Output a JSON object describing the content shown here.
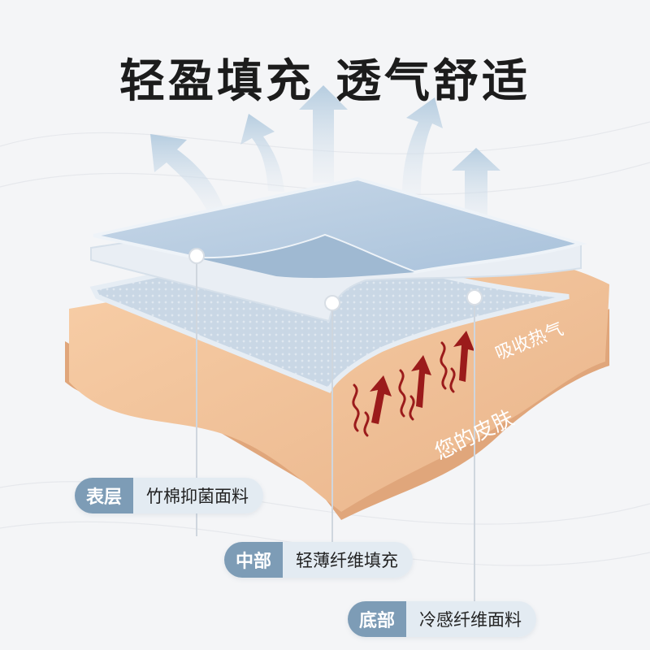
{
  "headline": {
    "part1": "轻盈填充",
    "part2": "透气舒适"
  },
  "skin": {
    "absorb_label": "吸收热气",
    "your_skin_label": "您的皮肤"
  },
  "layers": [
    {
      "key": "表层",
      "value": "竹棉抑菌面料"
    },
    {
      "key": "中部",
      "value": "轻薄纤维填充"
    },
    {
      "key": "底部",
      "value": "冷感纤维面料"
    }
  ],
  "colors": {
    "accent": "#7d9cb6",
    "tag_bg": "#e3ebf2",
    "skin": "#f4c79f",
    "arrow_red": "#9b1b1b",
    "airflow": "#c3d6e6"
  }
}
